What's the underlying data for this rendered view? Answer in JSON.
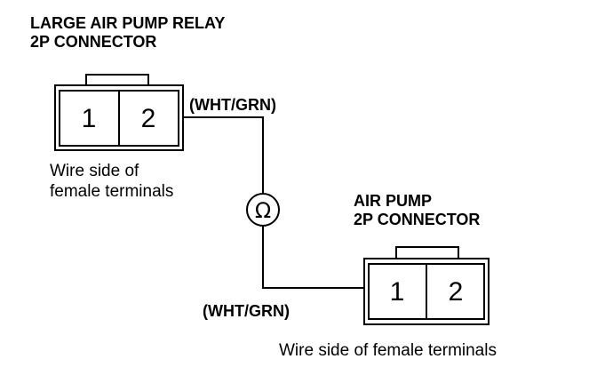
{
  "relay_connector": {
    "title_line1": "LARGE AIR PUMP RELAY",
    "title_line2": "2P CONNECTOR",
    "pin1": "1",
    "pin2": "2",
    "wire_label": "(WHT/GRN)",
    "caption_line1": "Wire side of",
    "caption_line2": "female terminals"
  },
  "pump_connector": {
    "title_line1": "AIR PUMP",
    "title_line2": "2P CONNECTOR",
    "pin1": "1",
    "pin2": "2",
    "wire_label": "(WHT/GRN)",
    "caption": "Wire side of female terminals"
  },
  "meter": {
    "symbol": "Ω",
    "icon": "ohmmeter-icon"
  }
}
